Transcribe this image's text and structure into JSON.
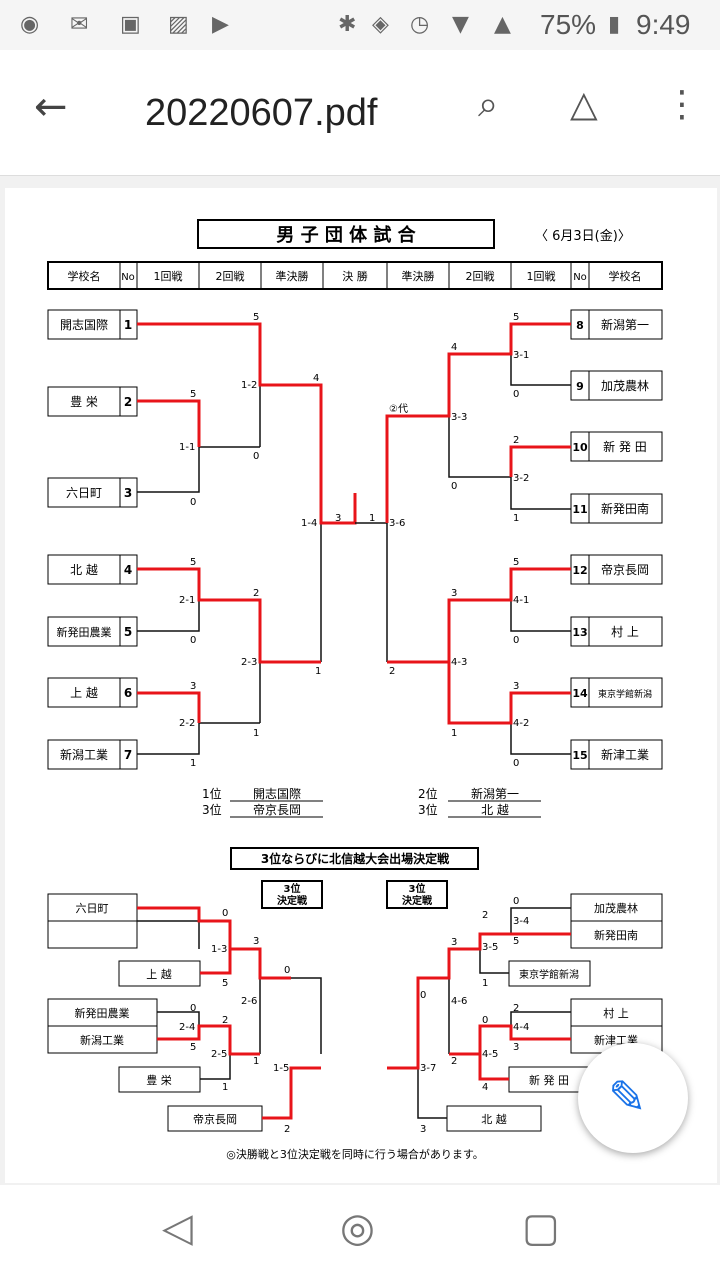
{
  "status": {
    "battery": "75%",
    "time": "9:49",
    "icons": [
      "pass-icon",
      "mail-icon",
      "r-icon",
      "image-icon",
      "youtube-icon",
      "bluetooth-icon",
      "vibrate-icon",
      "alarm-icon",
      "wifi-icon",
      "signal-icon",
      "battery-icon"
    ]
  },
  "appbar": {
    "title": "20220607.pdf",
    "back_icon": "arrow-back-icon",
    "search_icon": "find-in-page-icon",
    "drive_icon": "add-to-drive-icon",
    "menu_icon": "more-vert-icon"
  },
  "doc": {
    "title": "男 子 団 体 試 合",
    "date": "〈 6月3日(金)〉",
    "headers": [
      "学校名",
      "No",
      "1回戦",
      "2回戦",
      "準決勝",
      "決 勝",
      "準決勝",
      "2回戦",
      "1回戦",
      "No",
      "学校名"
    ],
    "left": [
      {
        "name": "開志国際",
        "no": "1"
      },
      {
        "name": "豊 栄",
        "no": "2"
      },
      {
        "name": "六日町",
        "no": "3"
      },
      {
        "name": "北 越",
        "no": "4"
      },
      {
        "name": "新発田農業",
        "no": "5"
      },
      {
        "name": "上 越",
        "no": "6"
      },
      {
        "name": "新潟工業",
        "no": "7"
      }
    ],
    "right": [
      {
        "name": "新潟第一",
        "no": "8"
      },
      {
        "name": "加茂農林",
        "no": "9"
      },
      {
        "name": "新 発 田",
        "no": "10"
      },
      {
        "name": "新発田南",
        "no": "11"
      },
      {
        "name": "帝京長岡",
        "no": "12"
      },
      {
        "name": "村 上",
        "no": "13"
      },
      {
        "name": "東京学館新潟",
        "no": "14"
      },
      {
        "name": "新津工業",
        "no": "15"
      }
    ],
    "scores": {
      "l1": "5",
      "l1b": "1-2",
      "l2": "5",
      "l2b": "1-1",
      "l3": "0",
      "l4": "0",
      "l5": "4",
      "l6": "1-4",
      "l7": "3",
      "l8": "5",
      "l9": "2-1",
      "l10": "0",
      "l11": "2",
      "l12": "2-3",
      "l13": "3",
      "l14": "2-2",
      "l15": "1",
      "l16": "1",
      "l17": "1",
      "r1": "5",
      "r2": "3-1",
      "r3": "0",
      "r4": "4",
      "r5": "②代",
      "r6": "3-3",
      "r7": "2",
      "r8": "3-2",
      "r9": "0",
      "r10": "1",
      "r11": "1",
      "r12": "3-6",
      "r13": "5",
      "r14": "4-1",
      "r15": "0",
      "r16": "3",
      "r17": "4-3",
      "r18": "2",
      "r19": "3",
      "r20": "4-2",
      "r21": "0",
      "r22": "1"
    },
    "ranks": {
      "first_label": "1位",
      "first": "開志国際",
      "second_label": "2位",
      "second": "新潟第一",
      "third_label_a": "3位",
      "third_a": "帝京長岡",
      "third_label_b": "3位",
      "third_b": "北 越"
    },
    "sub_title": "3位ならびに北信越大会出場決定戦",
    "sub_box_l": [
      "3位",
      "決定戦"
    ],
    "sub_box_r": [
      "3位",
      "決定戦"
    ],
    "sub_left": [
      "六日町",
      "",
      "上 越",
      "新発田農業",
      "新潟工業",
      "豊 栄",
      "帝京長岡"
    ],
    "sub_right": [
      "加茂農林",
      "新発田南",
      "東京学館新潟",
      "村 上",
      "新津工業",
      "新 発 田",
      "北 越"
    ],
    "sub_scores": {
      "a1": "0",
      "a2": "1-3",
      "a3": "5",
      "a4": "3",
      "a5": "2-6",
      "a6": "0",
      "a7": "0",
      "a8": "2-4",
      "a9": "5",
      "a10": "2",
      "a11": "2-5",
      "a12": "1",
      "a13": "1",
      "a14": "1-5",
      "a15": "2",
      "b1": "0",
      "b2": "3-4",
      "b3": "5",
      "b4": "2",
      "b5": "3-5",
      "b6": "1",
      "b7": "3",
      "b8": "4-6",
      "b9": "0",
      "b10": "2",
      "b11": "4-4",
      "b12": "3",
      "b13": "0",
      "b14": "4-5",
      "b15": "4",
      "b16": "2",
      "b17": "3-7",
      "b18": "3"
    },
    "footnote": "◎決勝戦と3位決定戦を同時に行う場合があります。"
  },
  "fab_icon": "edit-pencil-icon",
  "nav": {
    "back": "nav-back-icon",
    "home": "nav-home-icon",
    "recent": "nav-recent-icon"
  },
  "colors": {
    "win": "#e8141a",
    "line": "#111111",
    "fab": "#1a73e8"
  }
}
